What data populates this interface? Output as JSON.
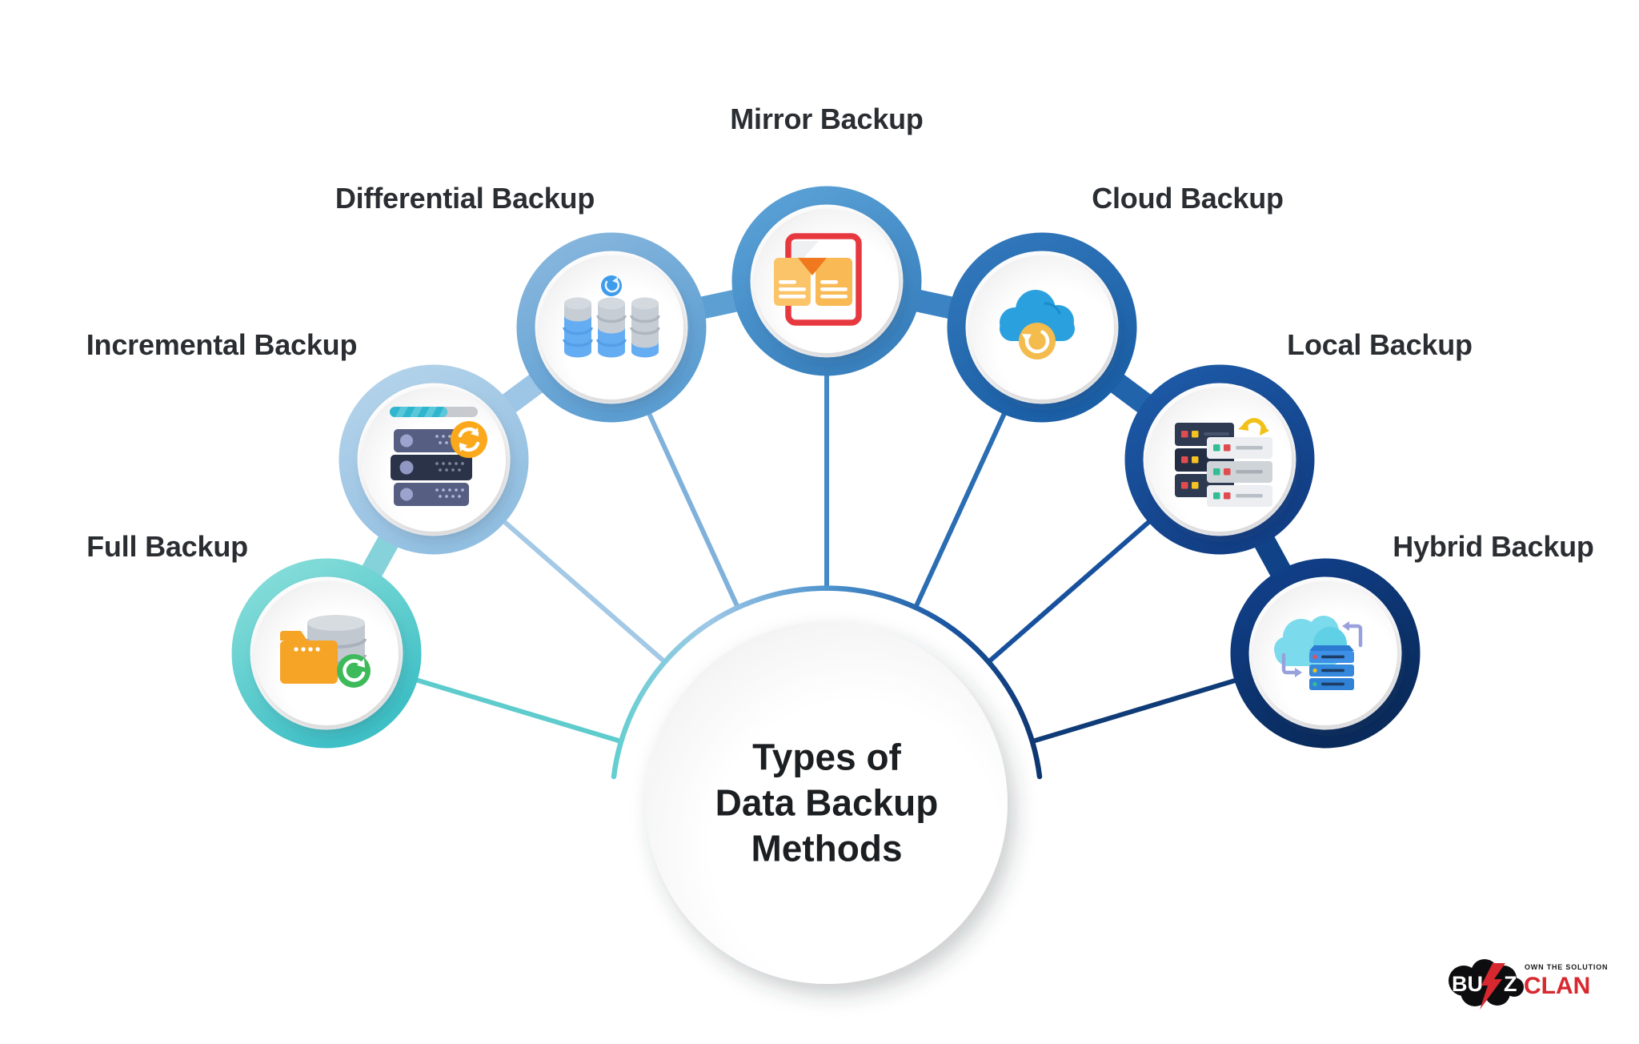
{
  "title": {
    "line1": "Types of",
    "line2": "Data Backup",
    "line3": "Methods"
  },
  "methods": [
    {
      "label": "Full Backup",
      "icon": "database-folder-restore-icon",
      "ring_from": "#8BDFDA",
      "ring_to": "#3FC0C6",
      "line_color": "#5ECBCC"
    },
    {
      "label": "Incremental Backup",
      "icon": "server-stack-sync-progress-icon",
      "ring_from": "#B6D4EB",
      "ring_to": "#92BFE1",
      "line_color": "#A3C9E6"
    },
    {
      "label": "Differential Backup",
      "icon": "database-cylinders-refresh-icon",
      "ring_from": "#8AB8DE",
      "ring_to": "#5C9ED2",
      "line_color": "#7FB1DB"
    },
    {
      "label": "Mirror Backup",
      "icon": "mirrored-documents-icon",
      "ring_from": "#5CA3D8",
      "ring_to": "#3981BE",
      "line_color": "#4489C7"
    },
    {
      "label": "Cloud Backup",
      "icon": "cloud-restore-icon",
      "ring_from": "#3379BC",
      "ring_to": "#1B5FA6",
      "line_color": "#2A6DB3"
    },
    {
      "label": "Local Backup",
      "icon": "server-transfer-icon",
      "ring_from": "#1E5CA9",
      "ring_to": "#113E85",
      "line_color": "#17519E"
    },
    {
      "label": "Hybrid Backup",
      "icon": "cloud-server-exchange-icon",
      "ring_from": "#11418D",
      "ring_to": "#092B5C",
      "line_color": "#0F3B76"
    }
  ],
  "connector_colors": [
    "#86D2DA",
    "#9DC5E5",
    "#5C9FD3",
    "#3C83C3",
    "#2264AC",
    "#0F4286"
  ],
  "colors": {
    "background": "#FFFFFF",
    "label_text": "#2A2D31",
    "title_text": "#1C1F22",
    "arc_gradient": [
      "#63CFD0",
      "#9FC8E6",
      "#4E94CE",
      "#1A56A2",
      "#0E3670"
    ],
    "logo_red": "#D7282F",
    "logo_black": "#0D0D0F"
  },
  "logo": {
    "buzz_prefix": "BU",
    "buzz_suffix": "Z",
    "clan": "CLAN",
    "tagline": "OWN THE SOLUTION"
  }
}
